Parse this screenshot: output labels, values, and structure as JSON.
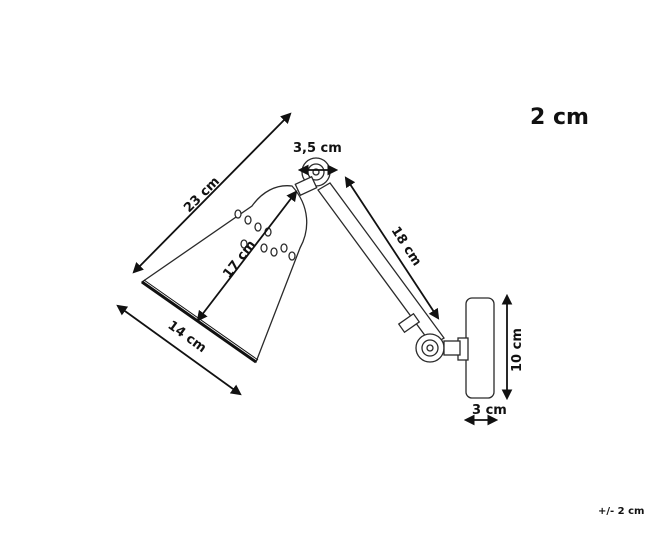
{
  "header": {
    "scale_label": "2 cm"
  },
  "dimensions": {
    "shade_length": "23 cm",
    "shade_inner": "17 cm",
    "shade_diameter": "14 cm",
    "joint_width": "3,5 cm",
    "arm_length": "18 cm",
    "mount_height": "10 cm",
    "mount_depth": "3 cm"
  },
  "footer": {
    "tolerance_note": "+/- 2 cm"
  },
  "colors": {
    "line": "#111111",
    "background": "#ffffff"
  }
}
